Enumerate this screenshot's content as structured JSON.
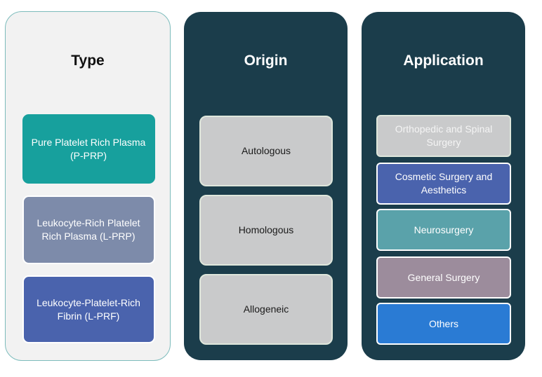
{
  "columns": {
    "type": {
      "title": "Type",
      "items": [
        {
          "label": "Pure Platelet Rich Plasma (P-PRP)",
          "color": "#17a09d"
        },
        {
          "label": "Leukocyte-Rich Platelet Rich Plasma (L-PRP)",
          "color": "#7d8baa"
        },
        {
          "label": "Leukocyte-Platelet-Rich Fibrin (L-PRF)",
          "color": "#4a63ad"
        }
      ]
    },
    "origin": {
      "title": "Origin",
      "items": [
        {
          "label": "Autologous",
          "color": "#c9cacb"
        },
        {
          "label": "Homologous",
          "color": "#c9cacb"
        },
        {
          "label": "Allogeneic",
          "color": "#c9cacb"
        }
      ]
    },
    "application": {
      "title": "Application",
      "items": [
        {
          "label": "Orthopedic and Spinal Surgery",
          "color": "#c9cacb"
        },
        {
          "label": "Cosmetic Surgery and Aesthetics",
          "color": "#4a63ad"
        },
        {
          "label": "Neurosurgery",
          "color": "#5aa2aa"
        },
        {
          "label": "General Surgery",
          "color": "#9c8c9c"
        },
        {
          "label": "Others",
          "color": "#2a7bd4"
        }
      ]
    }
  },
  "theme": {
    "dark_panel": "#1b3d4b",
    "light_panel": "#f2f2f2",
    "light_panel_border": "#7dbcbc"
  }
}
